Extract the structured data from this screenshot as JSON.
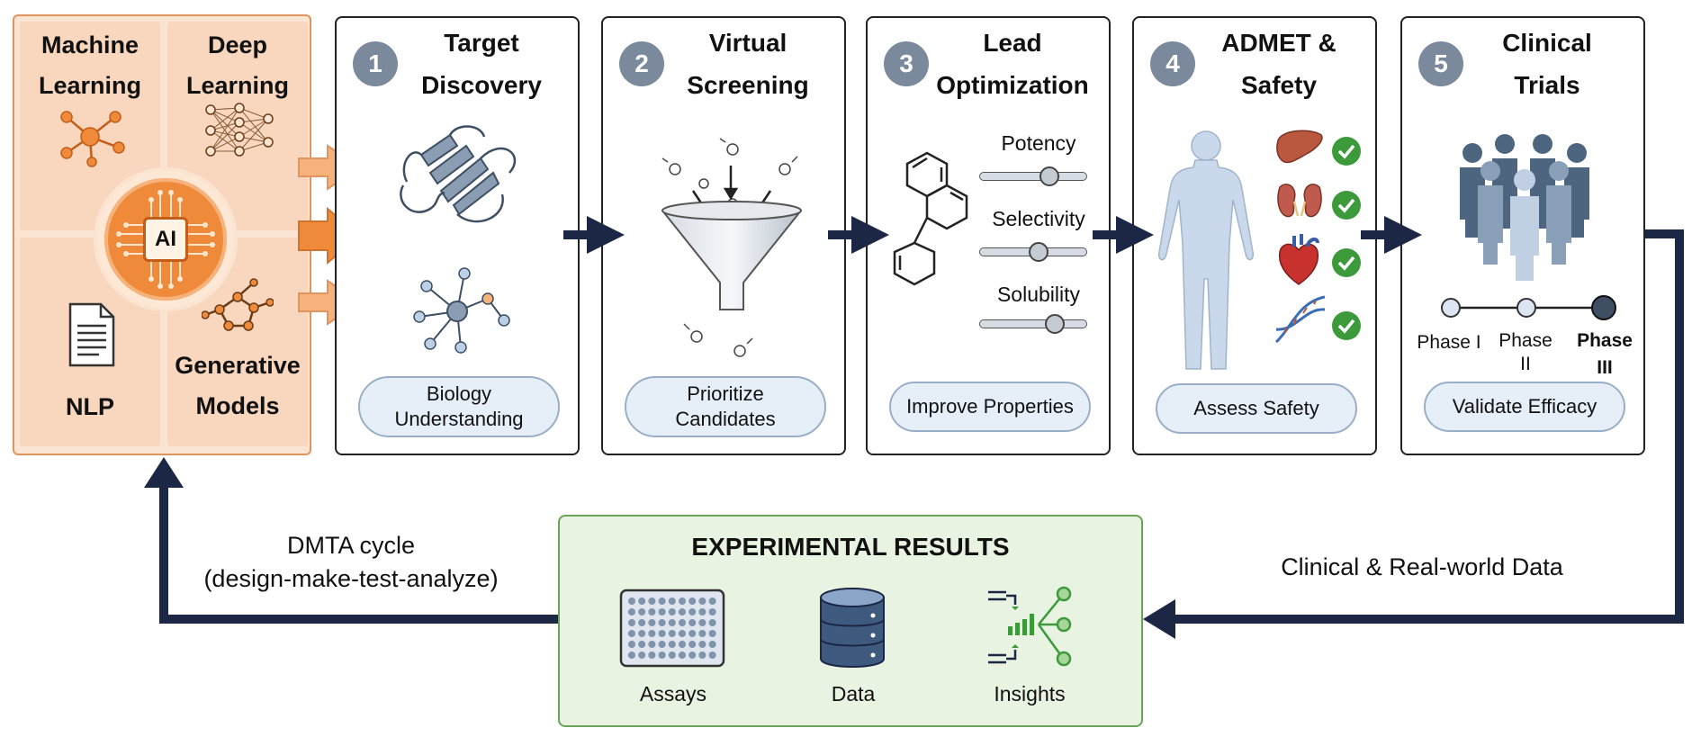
{
  "ai_panel": {
    "center_label": "AI",
    "quadrants": {
      "machine_learning": [
        "Machine",
        "Learning"
      ],
      "deep_learning": [
        "Deep",
        "Learning"
      ],
      "nlp": [
        "NLP"
      ],
      "generative_models": [
        "Generative",
        "Models"
      ]
    }
  },
  "stages": [
    {
      "number": "1",
      "title": [
        "Target",
        "Discovery"
      ],
      "pill": [
        "Biology",
        "Understanding"
      ]
    },
    {
      "number": "2",
      "title": [
        "Virtual",
        "Screening"
      ],
      "pill": [
        "Prioritize",
        "Candidates"
      ]
    },
    {
      "number": "3",
      "title": [
        "Lead",
        "Optimization"
      ],
      "pill": [
        "Improve Properties"
      ],
      "sliders": [
        {
          "label": "Potency",
          "level": 0.65
        },
        {
          "label": "Selectivity",
          "level": 0.55
        },
        {
          "label": "Solubility",
          "level": 0.7
        }
      ]
    },
    {
      "number": "4",
      "title": [
        "ADMET &",
        "Safety"
      ],
      "pill": [
        "Assess Safety"
      ]
    },
    {
      "number": "5",
      "title": [
        "Clinical",
        "Trials"
      ],
      "pill": [
        "Validate Efficacy"
      ],
      "phases": [
        {
          "label": [
            "Phase I"
          ]
        },
        {
          "label": [
            "Phase",
            "II"
          ]
        },
        {
          "label": [
            "Phase",
            "III"
          ]
        }
      ]
    }
  ],
  "feedback": {
    "dmta": [
      "DMTA cycle",
      "(design-make-test-analyze)"
    ],
    "clinical": "Clinical & Real-world Data"
  },
  "experimental": {
    "title": "EXPERIMENTAL RESULTS",
    "items": [
      "Assays",
      "Data",
      "Insights"
    ]
  },
  "colors": {
    "ai_orange": "#ef8a3a",
    "panel_peach": "#fbe4d1",
    "navy_arrow": "#1c2645",
    "stage_gray": "#7a8a9c",
    "green_check": "#3d9a3a",
    "exp_green": "#e9f3e1"
  }
}
